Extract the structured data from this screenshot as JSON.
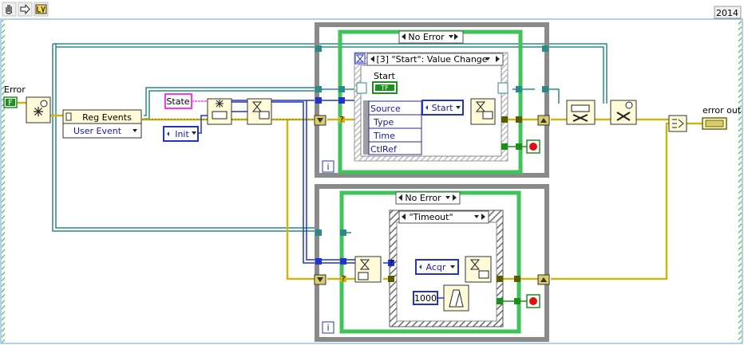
{
  "toolbar": {
    "icons": [
      "hand-tool-icon",
      "arrow-run-icon",
      "labview-logo-icon"
    ]
  },
  "version_label": "2014",
  "terminals": {
    "error_in_label": "Error",
    "error_in_value": "F",
    "error_out_label": "error out"
  },
  "reg_events": {
    "title": "Reg Events",
    "item": "User Event"
  },
  "constants": {
    "state": "State",
    "init": "Init",
    "start": "Start",
    "acqr": "Acqr",
    "timeout_ms": "1000"
  },
  "top_loop": {
    "case_selector": "No Error",
    "event_selector": "[3] \"Start\": Value Change",
    "control_label": "Start",
    "bool_value": "TF",
    "event_data": [
      "Source",
      "Type",
      "Time",
      "CtlRef"
    ],
    "iteration": "i"
  },
  "bottom_loop": {
    "case_selector": "No Error",
    "inner_case_selector": "\"Timeout\"",
    "iteration": "i"
  },
  "colors": {
    "error_wire": "#c9b814",
    "refnum_wire": "#2a8a8a",
    "enum_wire": "#2233cc",
    "string_wire": "#ff44ff",
    "while_loop": "#8a8a8a",
    "case_frame": "#3fc45a",
    "event_frame": "#b8b8b8",
    "stop_red": "#e01010"
  }
}
